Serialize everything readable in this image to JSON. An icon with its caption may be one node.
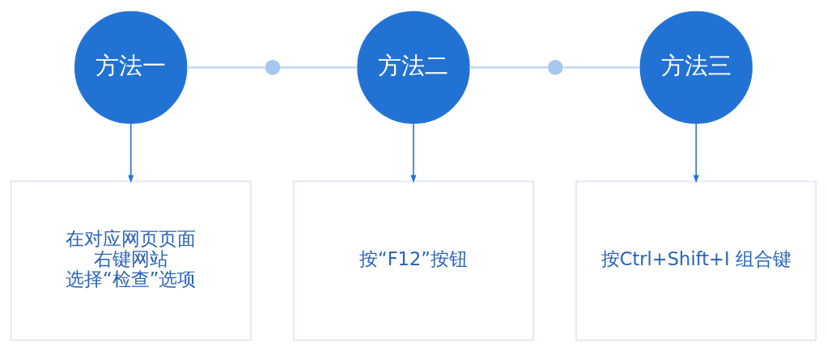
{
  "diagram": {
    "nodes": [
      {
        "text": [
          "方法一"
        ]
      },
      {
        "text": [],
        "shape": "circle"
      },
      {
        "text": [
          "方法二"
        ]
      },
      {
        "text": [],
        "shape": "circle"
      },
      {
        "text": [
          "方法三"
        ]
      },
      {
        "text": [
          "在对应网页页面",
          "右键网站",
          "选择“检查”选项"
        ]
      },
      {
        "text": [
          "按“F12”按钮"
        ]
      },
      {
        "text": [
          "按Ctrl+Shift+I 组合键"
        ]
      }
    ],
    "edges": [
      {
        "from": 0,
        "to": 1,
        "arrow": "none"
      },
      {
        "from": 1,
        "to": 2,
        "arrow": "none"
      },
      {
        "from": 2,
        "to": 3,
        "arrow": "none"
      },
      {
        "from": 3,
        "to": 4,
        "arrow": "none"
      },
      {
        "from": 0,
        "to": 5,
        "arrow": "to",
        "color": "#2272d4"
      },
      {
        "from": 2,
        "to": 6,
        "arrow": "to",
        "color": "#2272d4"
      },
      {
        "from": 4,
        "to": 7,
        "arrow": "to",
        "color": "#2272d4"
      }
    ]
  }
}
